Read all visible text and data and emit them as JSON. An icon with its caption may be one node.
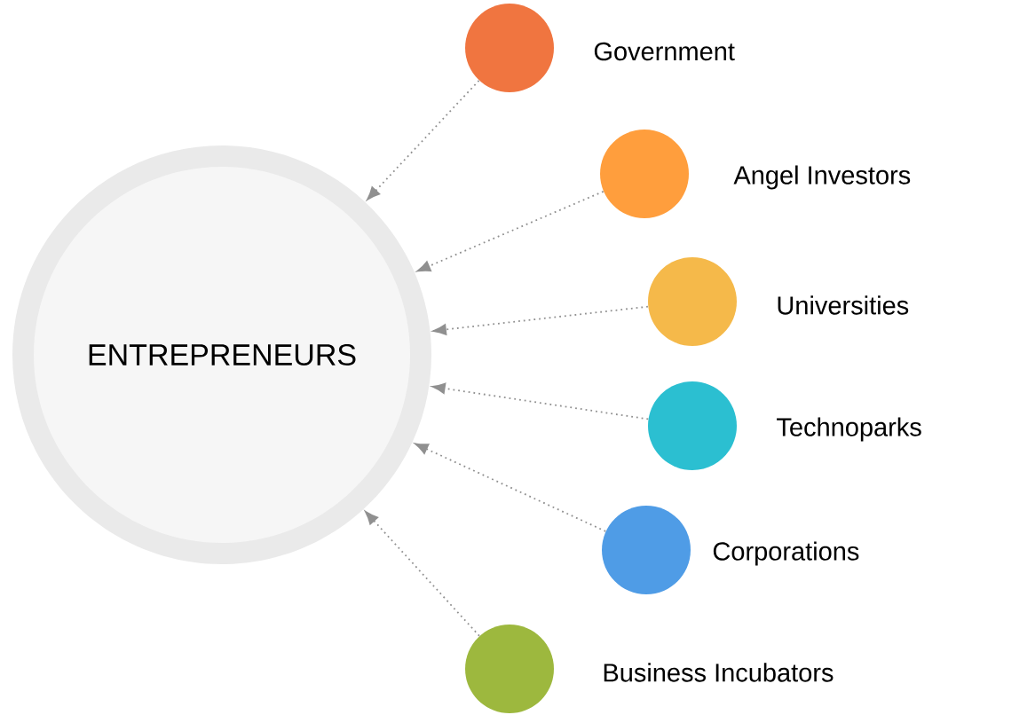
{
  "diagram": {
    "nodes": [
      {
        "text": [
          "ENTREPRENEURS"
        ]
      },
      {
        "text": [],
        "shape": "circle",
        "beside": [
          "Government"
        ]
      },
      {
        "text": [],
        "shape": "circle",
        "beside": [
          "Angel Investors"
        ]
      },
      {
        "text": [],
        "shape": "circle",
        "beside": [
          "Universities"
        ]
      },
      {
        "text": [],
        "shape": "circle",
        "beside": [
          "Technoparks"
        ]
      },
      {
        "text": [],
        "shape": "circle",
        "beside": [
          "Corporations"
        ]
      },
      {
        "text": [],
        "shape": "circle",
        "beside": [
          "Business Incubators"
        ]
      }
    ],
    "edges": [
      {
        "from": 1,
        "to": 0,
        "arrow": "to",
        "style": "dashed"
      },
      {
        "from": 2,
        "to": 0,
        "arrow": "to",
        "style": "dashed"
      },
      {
        "from": 3,
        "to": 0,
        "arrow": "to",
        "style": "dashed"
      },
      {
        "from": 4,
        "to": 0,
        "arrow": "to",
        "style": "dashed"
      },
      {
        "from": 5,
        "to": 0,
        "arrow": "to",
        "style": "dashed"
      },
      {
        "from": 6,
        "to": 0,
        "arrow": "to",
        "style": "dashed"
      }
    ]
  }
}
